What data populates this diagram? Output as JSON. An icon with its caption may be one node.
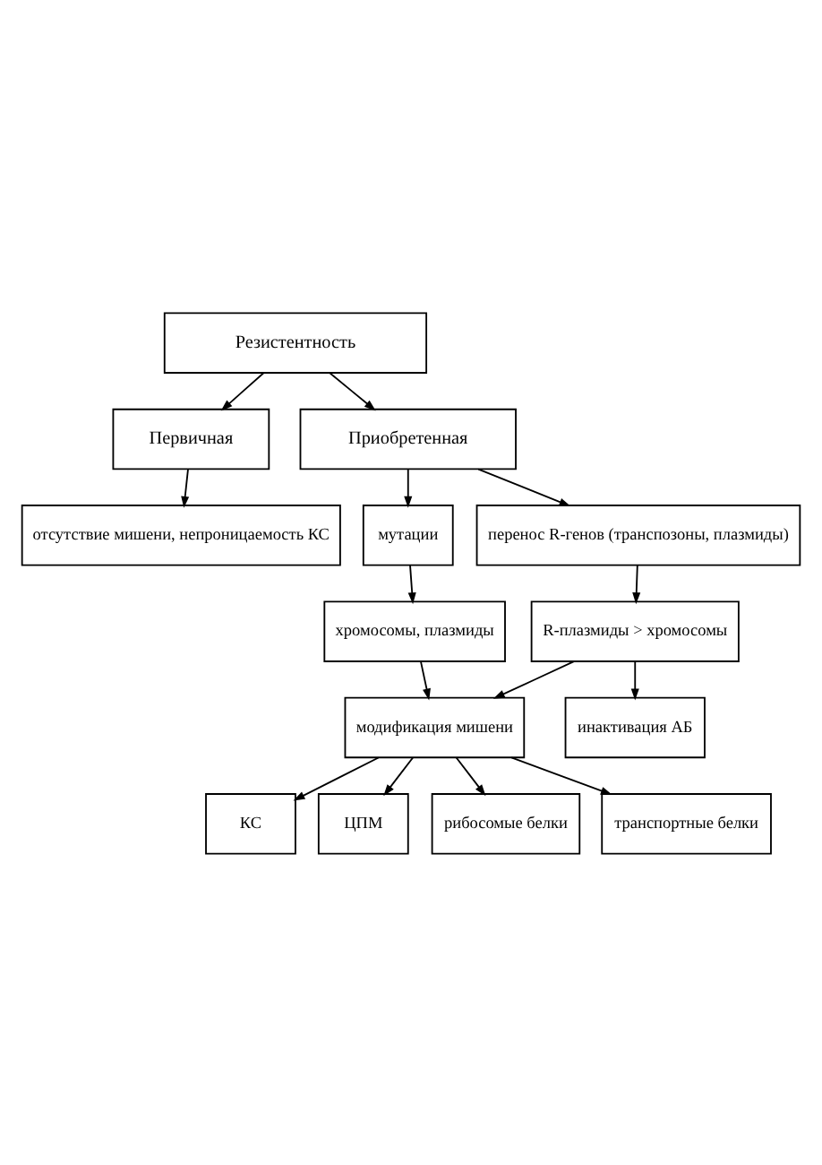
{
  "diagram": {
    "nodes": [
      {
        "text": [
          "Резистентность"
        ]
      },
      {
        "text": [
          "Первичная"
        ]
      },
      {
        "text": [
          "Приобретенная"
        ]
      },
      {
        "text": [
          "отсутствие мишени, непроницаемость КС"
        ]
      },
      {
        "text": [
          "мутации"
        ]
      },
      {
        "text": [
          "перенос R-генов (транспозоны, плазмиды)"
        ]
      },
      {
        "text": [
          "хромосомы, плазмиды"
        ]
      },
      {
        "text": [
          "R-плазмиды > хромосомы"
        ]
      },
      {
        "text": [
          "модификация мишени"
        ]
      },
      {
        "text": [
          "инактивация АБ"
        ]
      },
      {
        "text": [
          "КС"
        ]
      },
      {
        "text": [
          "ЦПМ"
        ]
      },
      {
        "text": [
          "рибосомые белки"
        ]
      },
      {
        "text": [
          "транспортные белки"
        ]
      }
    ],
    "edges": [
      {
        "from": 0,
        "to": 1,
        "arrow": "to"
      },
      {
        "from": 0,
        "to": 2,
        "arrow": "to"
      },
      {
        "from": 1,
        "to": 3,
        "arrow": "to"
      },
      {
        "from": 2,
        "to": 4,
        "arrow": "to"
      },
      {
        "from": 2,
        "to": 5,
        "arrow": "to"
      },
      {
        "from": 4,
        "to": 6,
        "arrow": "to"
      },
      {
        "from": 5,
        "to": 7,
        "arrow": "to"
      },
      {
        "from": 6,
        "to": 8,
        "arrow": "to"
      },
      {
        "from": 7,
        "to": 8,
        "arrow": "to"
      },
      {
        "from": 7,
        "to": 9,
        "arrow": "to"
      },
      {
        "from": 8,
        "to": 10,
        "arrow": "to"
      },
      {
        "from": 8,
        "to": 11,
        "arrow": "to"
      },
      {
        "from": 8,
        "to": 12,
        "arrow": "to"
      },
      {
        "from": 8,
        "to": 13,
        "arrow": "to"
      }
    ]
  }
}
